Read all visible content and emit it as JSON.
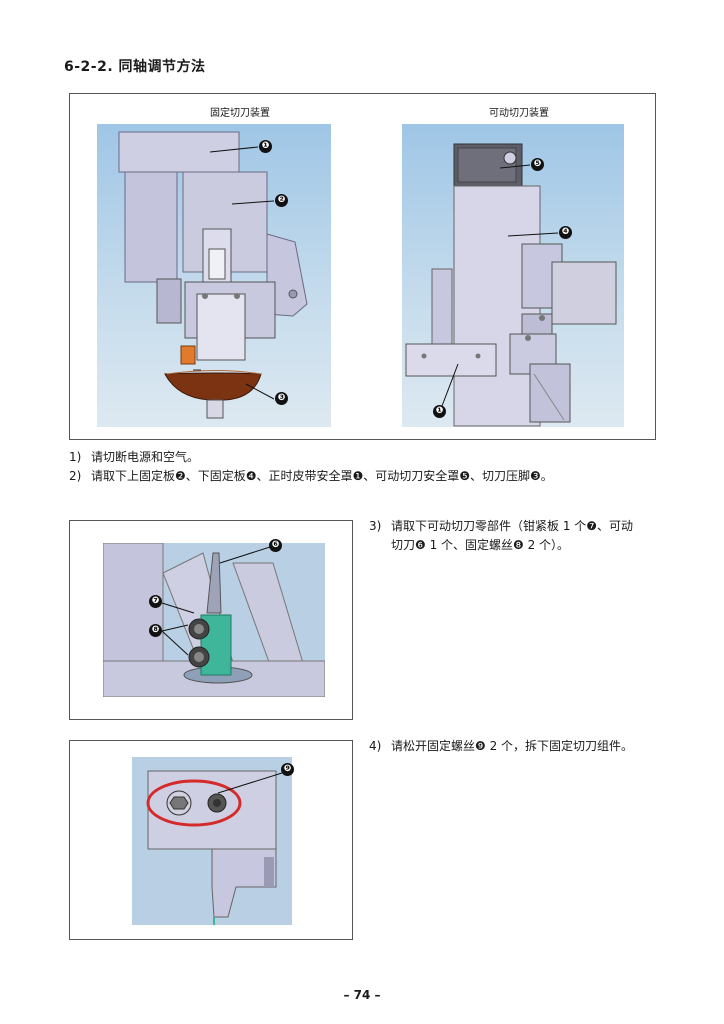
{
  "section_title": "6-2-2. 同轴调节方法",
  "figure1": {
    "fixed_caption": "固定切刀装置",
    "movable_caption": "可动切刀装置",
    "fixed_callouts": [
      "❶",
      "❷",
      "❸"
    ],
    "movable_callouts": [
      "❺",
      "❹",
      "❶"
    ]
  },
  "steps": [
    {
      "num": "1)",
      "text": "请切断电源和空气。"
    },
    {
      "num": "2)",
      "text": "请取下上固定板❷、下固定板❹、正时皮带安全罩❶、可动切刀安全罩❺、切刀压脚❸。"
    },
    {
      "num": "3)",
      "line1": "请取下可动切刀零部件（钳紧板 1 个❼、可动",
      "line2": "切刀❻ 1 个、固定螺丝❽ 2 个）。"
    },
    {
      "num": "4)",
      "text": "请松开固定螺丝❾ 2 个，拆下固定切刀组件。"
    }
  ],
  "figure3_callouts": [
    "❻",
    "❼",
    "❽"
  ],
  "figure4_callouts": [
    "❾"
  ],
  "page_number": "– 74 –",
  "colors": {
    "border": "#555555",
    "sky": "#a9cce8",
    "part": "#c9c9df",
    "accent_red": "#d42a2a",
    "teal": "#3fb69a"
  }
}
